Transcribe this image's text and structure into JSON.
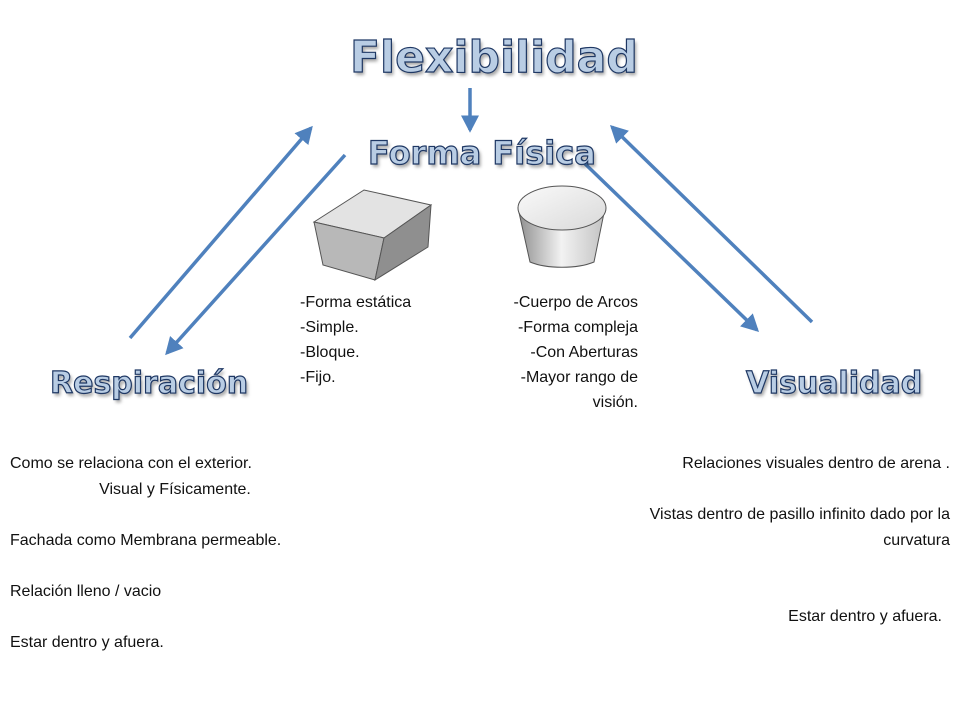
{
  "headings": {
    "top": "Flexibilidad",
    "center": "Forma Física",
    "left": "Respiración",
    "right": "Visualidad"
  },
  "lists": {
    "box": [
      "-Forma estática",
      "-Simple.",
      "-Bloque.",
      "-Fijo."
    ],
    "cylinder": [
      "-Cuerpo de Arcos",
      "-Forma compleja",
      "-Con Aberturas",
      "-Mayor rango de",
      "visión."
    ]
  },
  "respiracion_notes": [
    "Como se relaciona con el exterior.",
    "Visual y Físicamente.",
    "Fachada como Membrana permeable.",
    "Relación lleno / vacio",
    "Estar dentro y afuera."
  ],
  "visualidad_notes": [
    "Relaciones visuales dentro de arena .",
    "Vistas dentro de pasillo infinito dado por la",
    "curvatura",
    "Estar dentro y afuera."
  ],
  "colors": {
    "arrow": "#4f81bd",
    "heading_fill": "#b9cde4",
    "heading_stroke": "#1f3864"
  },
  "icons": [
    "box-shape-icon",
    "cylinder-shape-icon"
  ]
}
